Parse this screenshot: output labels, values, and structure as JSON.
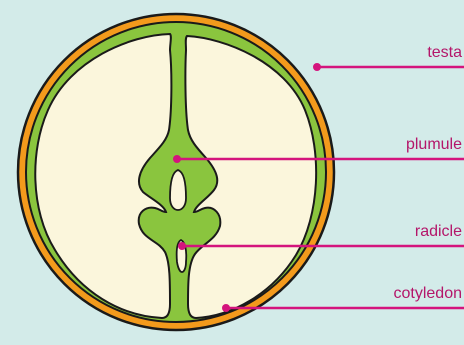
{
  "diagram": {
    "colors": {
      "background": "#d3ebe9",
      "testa": "#f39a1c",
      "cotyledon_tissue": "#8ac53e",
      "endosperm": "#fbf6dc",
      "outline": "#1a1a1a",
      "label": "#b4166a",
      "pointer": "#d4147d"
    },
    "labels": {
      "testa": "testa",
      "plumule": "plumule",
      "radicle": "radicle",
      "cotyledon": "cotyledon"
    }
  }
}
